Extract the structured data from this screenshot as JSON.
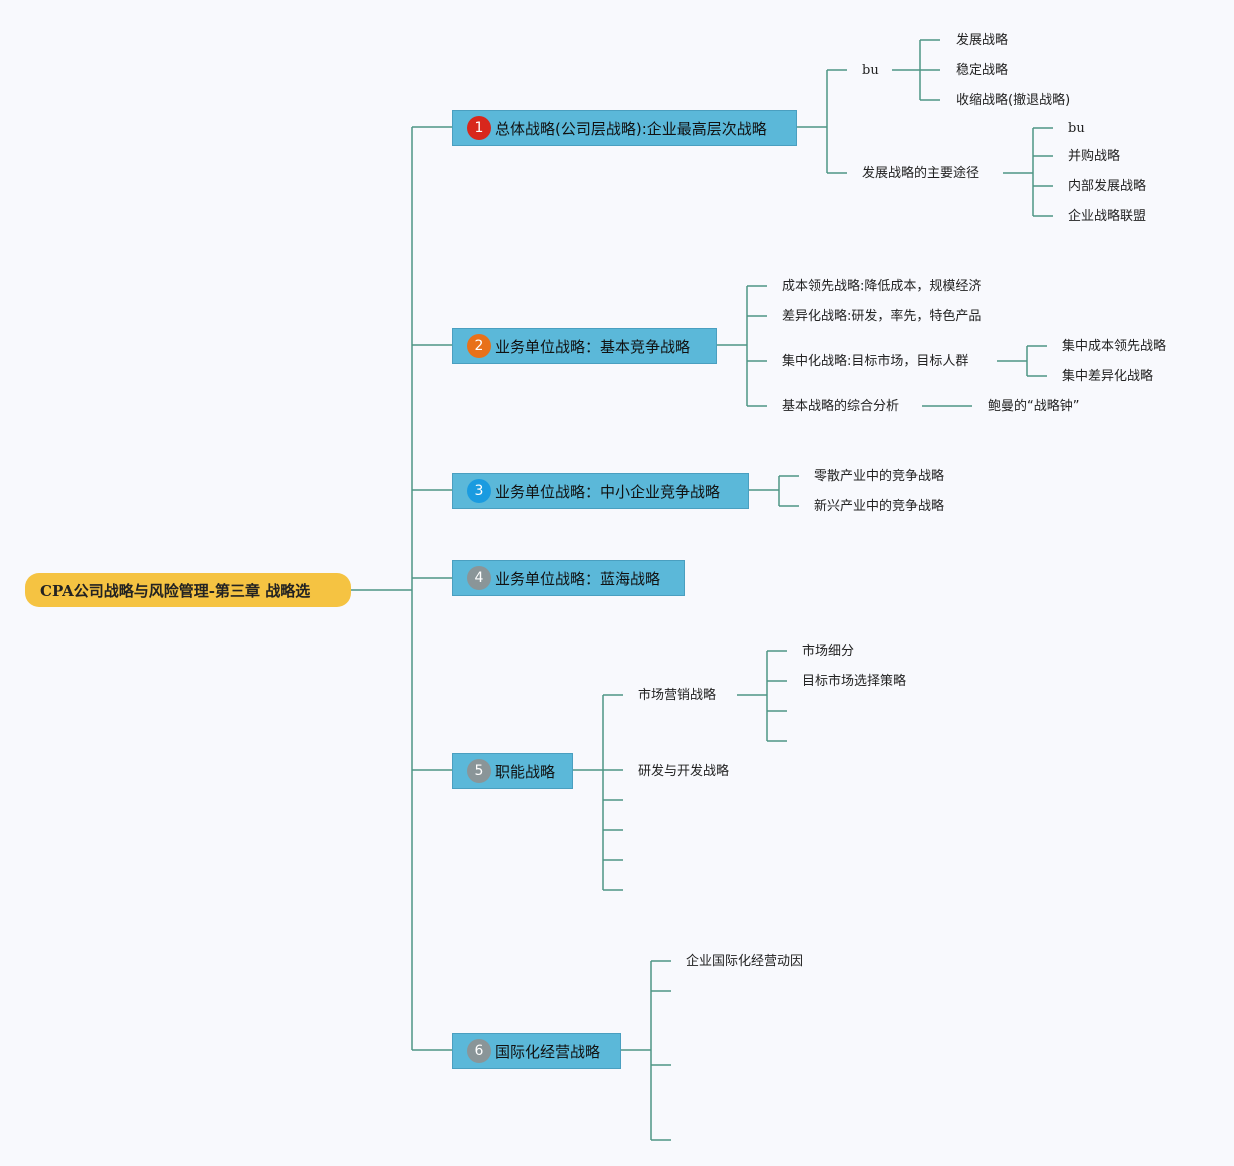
{
  "root": {
    "label": "CPA公司战略与风险管理-第三章 战略选"
  },
  "colors": {
    "line": "#4e9685",
    "branch_fill": "#5bb8d9",
    "root_fill": "#f5c342",
    "num1": "#d8271c",
    "num2": "#e8711a",
    "num3": "#1a9be0",
    "num_gray": "#8a9598"
  },
  "branches": [
    {
      "num": "1",
      "label": "总体战略(公司层战略):企业最高层次战略"
    },
    {
      "num": "2",
      "label": "业务单位战略：基本竞争战略"
    },
    {
      "num": "3",
      "label": "业务单位战略：中小企业竞争战略"
    },
    {
      "num": "4",
      "label": "业务单位战略：蓝海战略"
    },
    {
      "num": "5",
      "label": "职能战略"
    },
    {
      "num": "6",
      "label": "国际化经营战略"
    }
  ],
  "b1": {
    "bu": "bu",
    "bu_children": [
      "发展战略",
      "稳定战略",
      "收缩战略(撤退战略)"
    ],
    "paths": "发展战略的主要途径",
    "paths_children": [
      "bu",
      "并购战略",
      "内部发展战略",
      "企业战略联盟"
    ]
  },
  "b2": {
    "items": [
      "成本领先战略:降低成本，规模经济",
      "差异化战略:研发，率先，特色产品",
      "集中化战略:目标市场，目标人群",
      "基本战略的综合分析"
    ],
    "focus_children": [
      "集中成本领先战略",
      "集中差异化战略"
    ],
    "analysis_child": "鲍曼的“战略钟”"
  },
  "b3": {
    "items": [
      "零散产业中的竞争战略",
      "新兴产业中的竞争战略"
    ]
  },
  "b5": {
    "marketing": "市场营销战略",
    "marketing_children": [
      "市场细分",
      "目标市场选择策略"
    ],
    "rd": "研发与开发战略"
  },
  "b6": {
    "item": "企业国际化经营动因"
  }
}
